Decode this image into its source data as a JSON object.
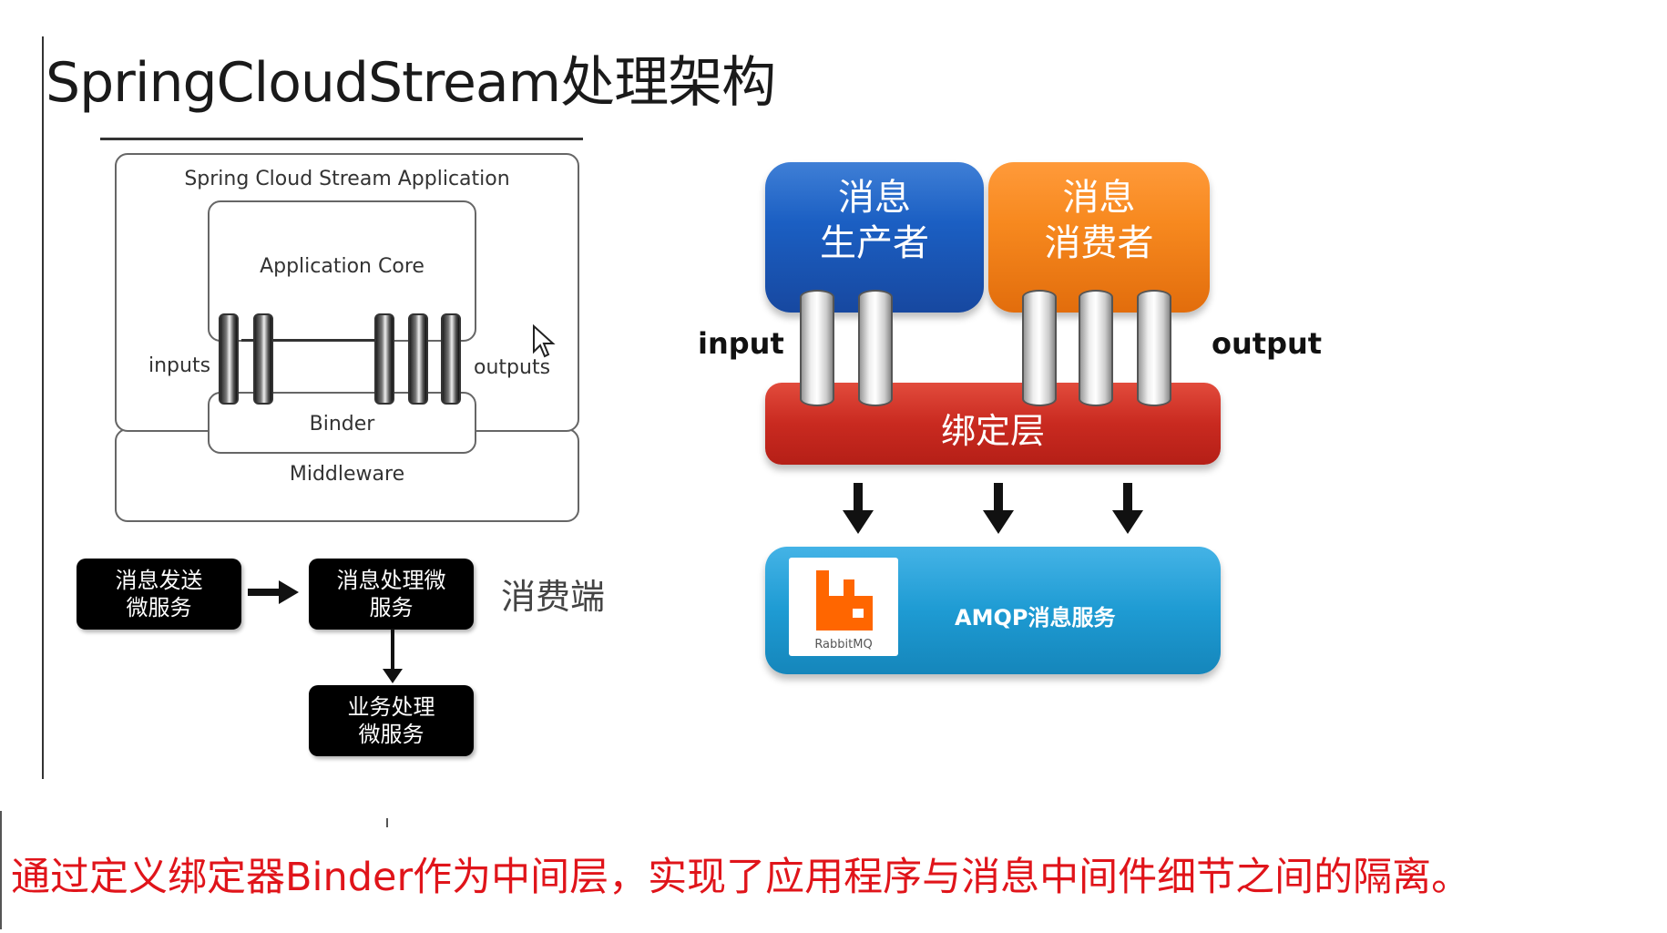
{
  "title": "SpringCloudStream处理架构",
  "arch": {
    "application": "Spring Cloud Stream Application",
    "core": "Application Core",
    "inputs": "inputs",
    "outputs": "outputs",
    "binder": "Binder",
    "middleware": "Middleware"
  },
  "flow": {
    "sender": "消息发送\n微服务",
    "processor": "消息处理微\n服务",
    "business": "业务处理\n微服务",
    "consumer_label": "消费端"
  },
  "stream": {
    "producer": "消息\n生产者",
    "consumer": "消息\n消费者",
    "binder_layer": "绑定层",
    "input": "input",
    "output": "output",
    "amqp": "AMQP消息服务",
    "rabbitmq": "RabbitMQ"
  },
  "colors": {
    "producer": "#1b5fc3",
    "consumer": "#f7891f",
    "binder": "#c92a20",
    "amqp": "#1e9bd3",
    "note": "#e0141a"
  },
  "note": "通过定义绑定器Binder作为中间层，实现了应用程序与消息中间件细节之间的隔离。"
}
